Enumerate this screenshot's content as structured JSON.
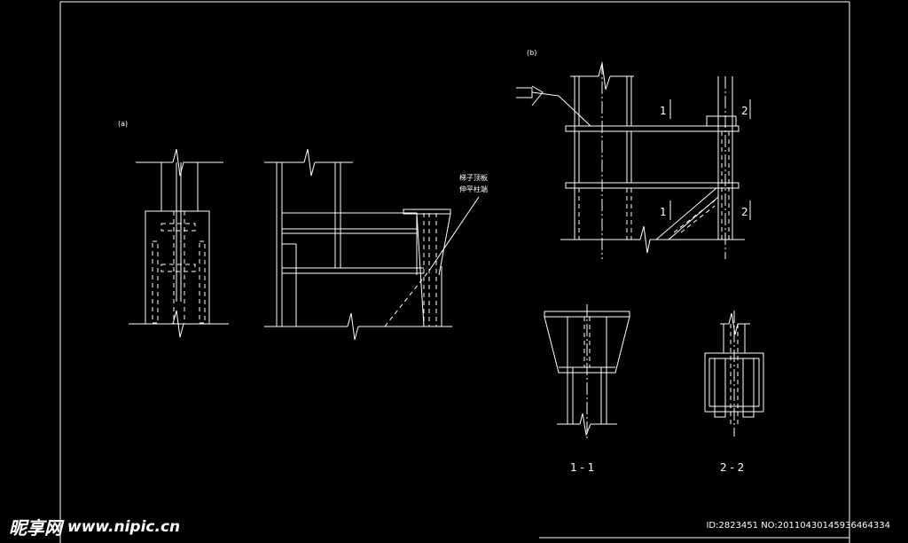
{
  "view_a": {
    "label": "(a)",
    "note_line1": "梯子顶板",
    "note_line2": "伸平柱端"
  },
  "view_b": {
    "label": "(b)",
    "cut1_top": "1",
    "cut1_bottom": "1",
    "cut2_top": "2",
    "cut2_bottom": "2"
  },
  "sections": {
    "s1": "1 - 1",
    "s2": "2 - 2"
  },
  "watermark": {
    "logo": "昵享网",
    "url": "www.nipic.cn"
  },
  "id_text": "ID:2823451 NO:20110430145936464334"
}
